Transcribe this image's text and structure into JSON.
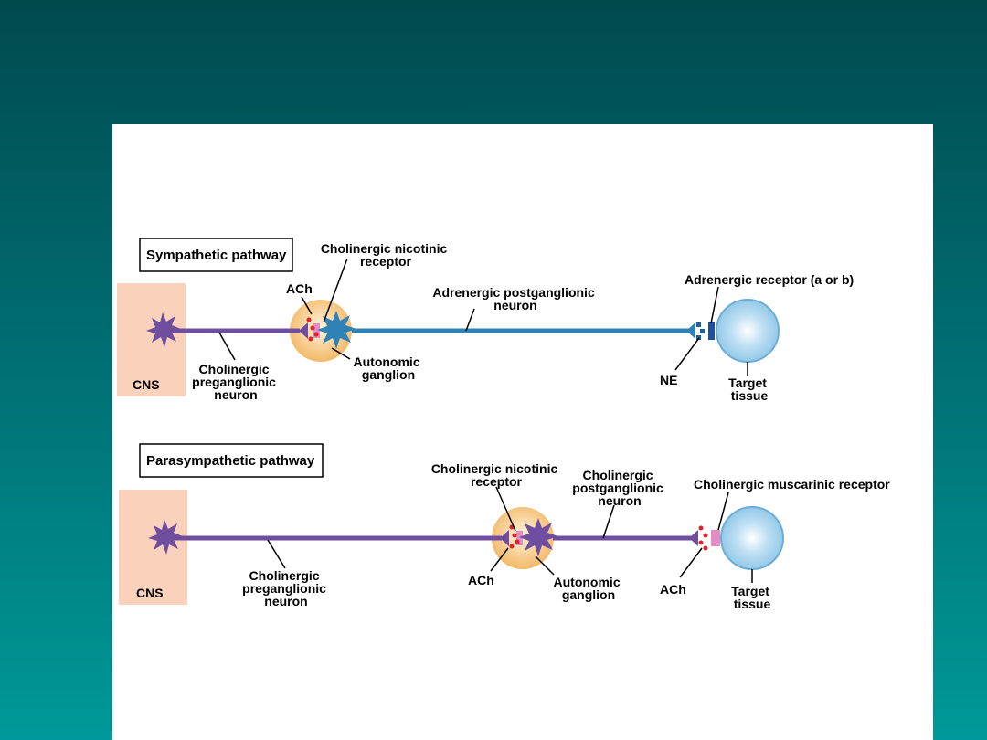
{
  "sympathetic": {
    "title": "Sympathetic pathway",
    "cns": "CNS",
    "ach": "ACh",
    "nicotinic_receptor": [
      "Cholinergic nicotinic",
      "receptor"
    ],
    "postganglionic": [
      "Adrenergic postganglionic",
      "neuron"
    ],
    "adrenergic_receptor": "Adrenergic receptor (a or b)",
    "preganglionic": [
      "Cholinergic",
      "preganglionic",
      "neuron"
    ],
    "ganglion": [
      "Autonomic",
      "ganglion"
    ],
    "ne": "NE",
    "target": [
      "Target",
      "tissue"
    ]
  },
  "parasympathetic": {
    "title": "Parasympathetic pathway",
    "cns": "CNS",
    "nicotinic_receptor": [
      "Cholinergic nicotinic",
      "receptor"
    ],
    "postganglionic": [
      "Cholinergic",
      "postganglionic",
      "neuron"
    ],
    "muscarinic_receptor": "Cholinergic muscarinic receptor",
    "preganglionic": [
      "Cholinergic",
      "preganglionic",
      "neuron"
    ],
    "ach_ganglion": "ACh",
    "ganglion": [
      "Autonomic",
      "ganglion"
    ],
    "ach_target": "ACh",
    "target": [
      "Target",
      "tissue"
    ]
  },
  "colors": {
    "background_top": "#004a4e",
    "background_bottom": "#009898",
    "cns_box": "#fad2bc",
    "purple_neuron": "#6f4ea0",
    "blue_neuron": "#2f82b4",
    "ganglion": "#f6c27c",
    "target_cell": "#a9d3ee",
    "vesicle": "#e0202a",
    "nicotinic_receptor": "#e48cc4"
  }
}
